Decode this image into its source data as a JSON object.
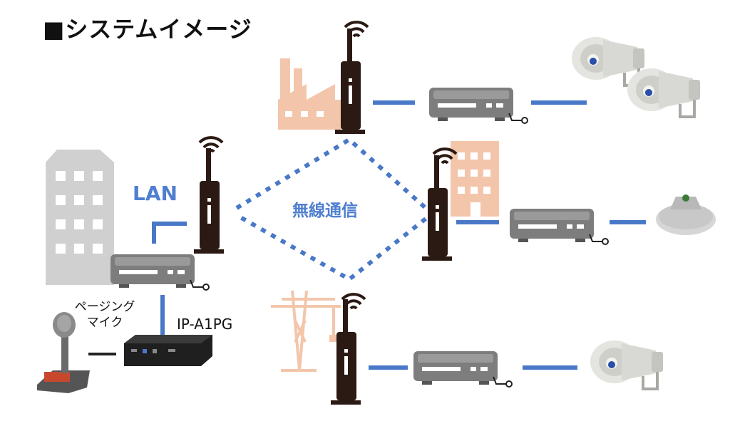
{
  "title": "■システムイメージ",
  "labels": {
    "lan": "LAN",
    "wireless": "無線通信",
    "paging_mic_line1": "ページング",
    "paging_mic_line2": "マイク",
    "model": "IP-A1PG"
  },
  "colors": {
    "link_blue": "#4a78c8",
    "building_gray": "#d0d0d0",
    "building_salmon": "#f3c6ab",
    "router_dark": "#2b1a14",
    "receiver_gray": "#7d7d7d"
  }
}
